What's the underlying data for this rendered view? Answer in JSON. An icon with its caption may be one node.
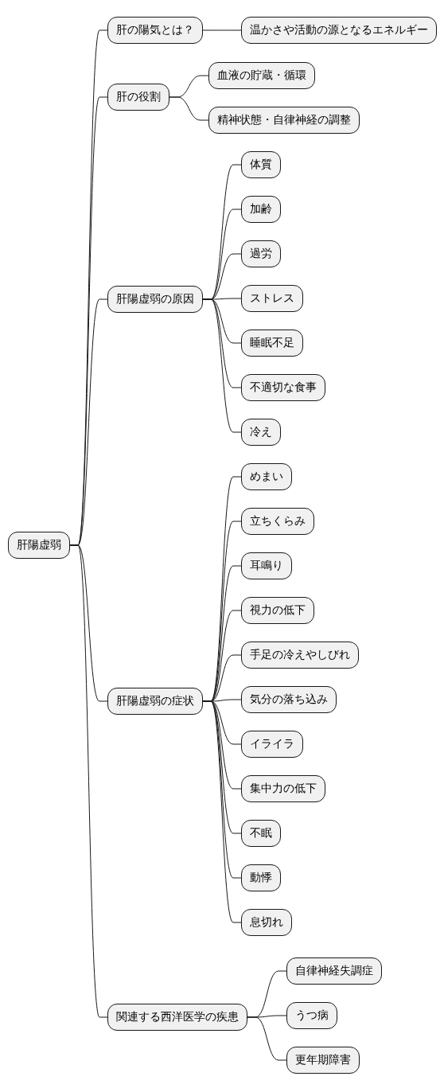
{
  "diagram": {
    "nodes": [
      {
        "text": [
          "肝陽虚弱"
        ]
      },
      {
        "text": [
          "肝の陽気とは？"
        ]
      },
      {
        "text": [
          "温かさや活動の源となるエネルギー"
        ]
      },
      {
        "text": [
          "肝の役割"
        ]
      },
      {
        "text": [
          "血液の貯蔵・循環"
        ]
      },
      {
        "text": [
          "精神状態・自律神経の調整"
        ]
      },
      {
        "text": [
          "肝陽虚弱の原因"
        ]
      },
      {
        "text": [
          "体質"
        ]
      },
      {
        "text": [
          "加齢"
        ]
      },
      {
        "text": [
          "過労"
        ]
      },
      {
        "text": [
          "ストレス"
        ]
      },
      {
        "text": [
          "睡眠不足"
        ]
      },
      {
        "text": [
          "不適切な食事"
        ]
      },
      {
        "text": [
          "冷え"
        ]
      },
      {
        "text": [
          "肝陽虚弱の症状"
        ]
      },
      {
        "text": [
          "めまい"
        ]
      },
      {
        "text": [
          "立ちくらみ"
        ]
      },
      {
        "text": [
          "耳鳴り"
        ]
      },
      {
        "text": [
          "視力の低下"
        ]
      },
      {
        "text": [
          "手足の冷えやしびれ"
        ]
      },
      {
        "text": [
          "気分の落ち込み"
        ]
      },
      {
        "text": [
          "イライラ"
        ]
      },
      {
        "text": [
          "集中力の低下"
        ]
      },
      {
        "text": [
          "不眠"
        ]
      },
      {
        "text": [
          "動悸"
        ]
      },
      {
        "text": [
          "息切れ"
        ]
      },
      {
        "text": [
          "関連する西洋医学の疾患"
        ]
      },
      {
        "text": [
          "自律神経失調症"
        ]
      },
      {
        "text": [
          "うつ病"
        ]
      },
      {
        "text": [
          "更年期障害"
        ]
      }
    ],
    "edges": [
      {
        "from": 0,
        "to": 1,
        "arrow": "none"
      },
      {
        "from": 0,
        "to": 3,
        "arrow": "none"
      },
      {
        "from": 0,
        "to": 6,
        "arrow": "none"
      },
      {
        "from": 0,
        "to": 14,
        "arrow": "none"
      },
      {
        "from": 0,
        "to": 26,
        "arrow": "none"
      },
      {
        "from": 1,
        "to": 2,
        "arrow": "none"
      },
      {
        "from": 3,
        "to": 4,
        "arrow": "none"
      },
      {
        "from": 3,
        "to": 5,
        "arrow": "none"
      },
      {
        "from": 6,
        "to": 7,
        "arrow": "none"
      },
      {
        "from": 6,
        "to": 8,
        "arrow": "none"
      },
      {
        "from": 6,
        "to": 9,
        "arrow": "none"
      },
      {
        "from": 6,
        "to": 10,
        "arrow": "none"
      },
      {
        "from": 6,
        "to": 11,
        "arrow": "none"
      },
      {
        "from": 6,
        "to": 12,
        "arrow": "none"
      },
      {
        "from": 6,
        "to": 13,
        "arrow": "none"
      },
      {
        "from": 14,
        "to": 15,
        "arrow": "none"
      },
      {
        "from": 14,
        "to": 16,
        "arrow": "none"
      },
      {
        "from": 14,
        "to": 17,
        "arrow": "none"
      },
      {
        "from": 14,
        "to": 18,
        "arrow": "none"
      },
      {
        "from": 14,
        "to": 19,
        "arrow": "none"
      },
      {
        "from": 14,
        "to": 20,
        "arrow": "none"
      },
      {
        "from": 14,
        "to": 21,
        "arrow": "none"
      },
      {
        "from": 14,
        "to": 22,
        "arrow": "none"
      },
      {
        "from": 14,
        "to": 23,
        "arrow": "none"
      },
      {
        "from": 14,
        "to": 24,
        "arrow": "none"
      },
      {
        "from": 14,
        "to": 25,
        "arrow": "none"
      },
      {
        "from": 26,
        "to": 27,
        "arrow": "none"
      },
      {
        "from": 26,
        "to": 28,
        "arrow": "none"
      },
      {
        "from": 26,
        "to": 29,
        "arrow": "none"
      }
    ]
  }
}
